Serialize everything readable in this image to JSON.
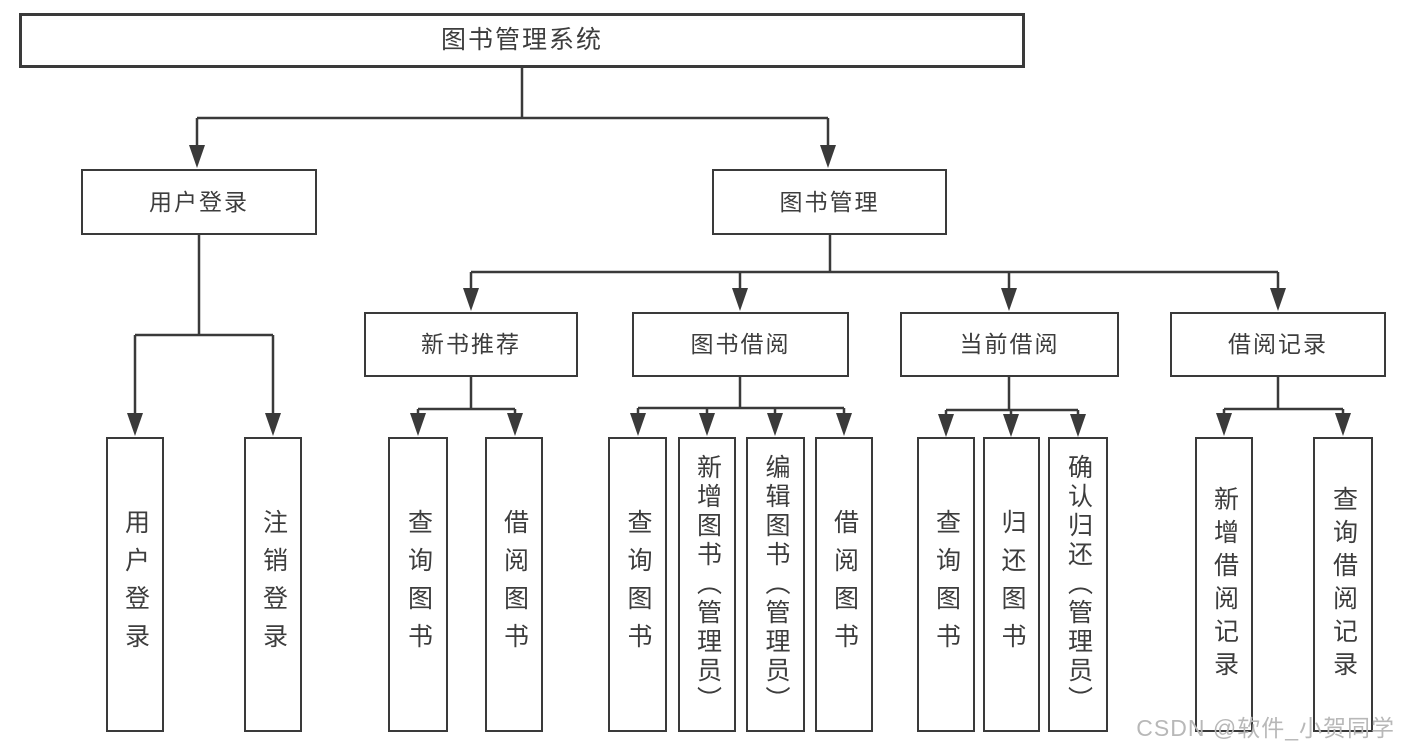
{
  "chart": {
    "type": "org-tree",
    "root": {
      "label": "图书管理系统"
    },
    "level2": [
      {
        "label": "用户登录"
      },
      {
        "label": "图书管理"
      }
    ],
    "level3": [
      {
        "label": "新书推荐",
        "parent": "图书管理"
      },
      {
        "label": "图书借阅",
        "parent": "图书管理"
      },
      {
        "label": "当前借阅",
        "parent": "图书管理"
      },
      {
        "label": "借阅记录",
        "parent": "图书管理"
      }
    ],
    "leaves": [
      {
        "label": "用户登录",
        "parent": "用户登录"
      },
      {
        "label": "注销登录",
        "parent": "用户登录"
      },
      {
        "label": "查询图书",
        "parent": "新书推荐"
      },
      {
        "label": "借阅图书",
        "parent": "新书推荐"
      },
      {
        "label": "查询图书",
        "parent": "图书借阅"
      },
      {
        "label": "新增图书（管理员）",
        "parent": "图书借阅"
      },
      {
        "label": "编辑图书（管理员）",
        "parent": "图书借阅"
      },
      {
        "label": "借阅图书",
        "parent": "图书借阅"
      },
      {
        "label": "查询图书",
        "parent": "当前借阅"
      },
      {
        "label": "归还图书",
        "parent": "当前借阅"
      },
      {
        "label": "确认归还（管理员）",
        "parent": "当前借阅"
      },
      {
        "label": "新增借阅记录",
        "parent": "借阅记录"
      },
      {
        "label": "查询借阅记录",
        "parent": "借阅记录"
      }
    ]
  },
  "watermark": {
    "text": "CSDN @软件_小贺同学"
  },
  "colors": {
    "line": "#3a3a3a",
    "text": "#3d3d3d",
    "watermark": "#b8b8b8",
    "background": "#ffffff"
  }
}
